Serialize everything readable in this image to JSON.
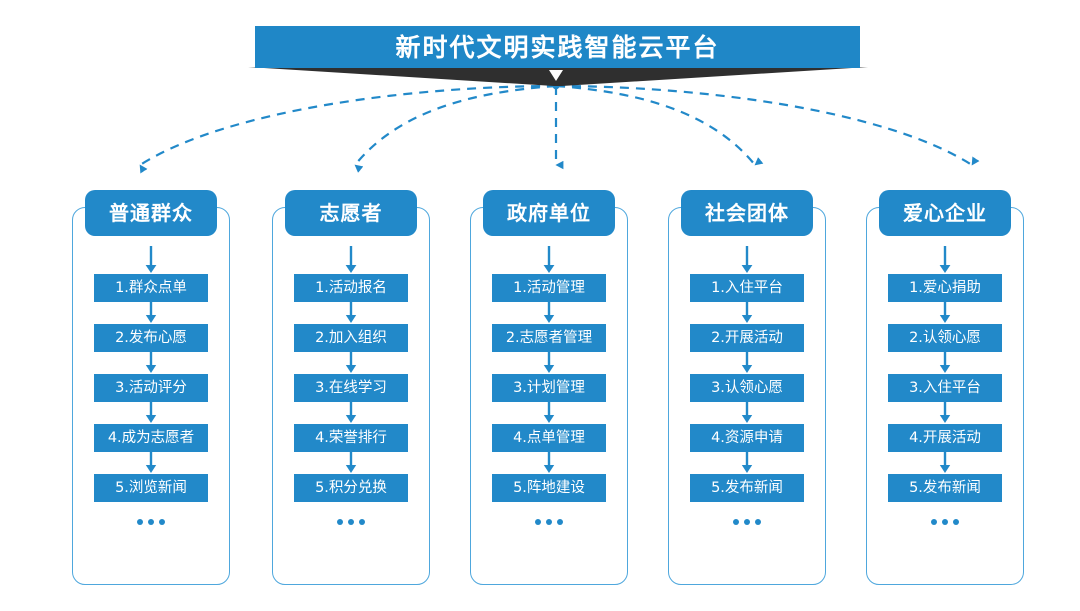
{
  "diagram": {
    "title": "新时代文明实践智能云平台",
    "accent_blue": "#2289c9",
    "banner_blue": "#1f87c7",
    "outline_blue": "#4ea7dd",
    "shadow_dark": "#2f2f2f",
    "ellipsis_label": "...",
    "columns": [
      {
        "header": "普通群众",
        "items": [
          "1.群众点单",
          "2.发布心愿",
          "3.活动评分",
          "4.成为志愿者",
          "5.浏览新闻"
        ]
      },
      {
        "header": "志愿者",
        "items": [
          "1.活动报名",
          "2.加入组织",
          "3.在线学习",
          "4.荣誉排行",
          "5.积分兑换"
        ]
      },
      {
        "header": "政府单位",
        "items": [
          "1.活动管理",
          "2.志愿者管理",
          "3.计划管理",
          "4.点单管理",
          "5.阵地建设"
        ]
      },
      {
        "header": "社会团体",
        "items": [
          "1.入住平台",
          "2.开展活动",
          "3.认领心愿",
          "4.资源申请",
          "5.发布新闻"
        ]
      },
      {
        "header": "爱心企业",
        "items": [
          "1.爱心捐助",
          "2.认领心愿",
          "3.入住平台",
          "4.开展活动",
          "5.发布新闻"
        ]
      }
    ]
  }
}
